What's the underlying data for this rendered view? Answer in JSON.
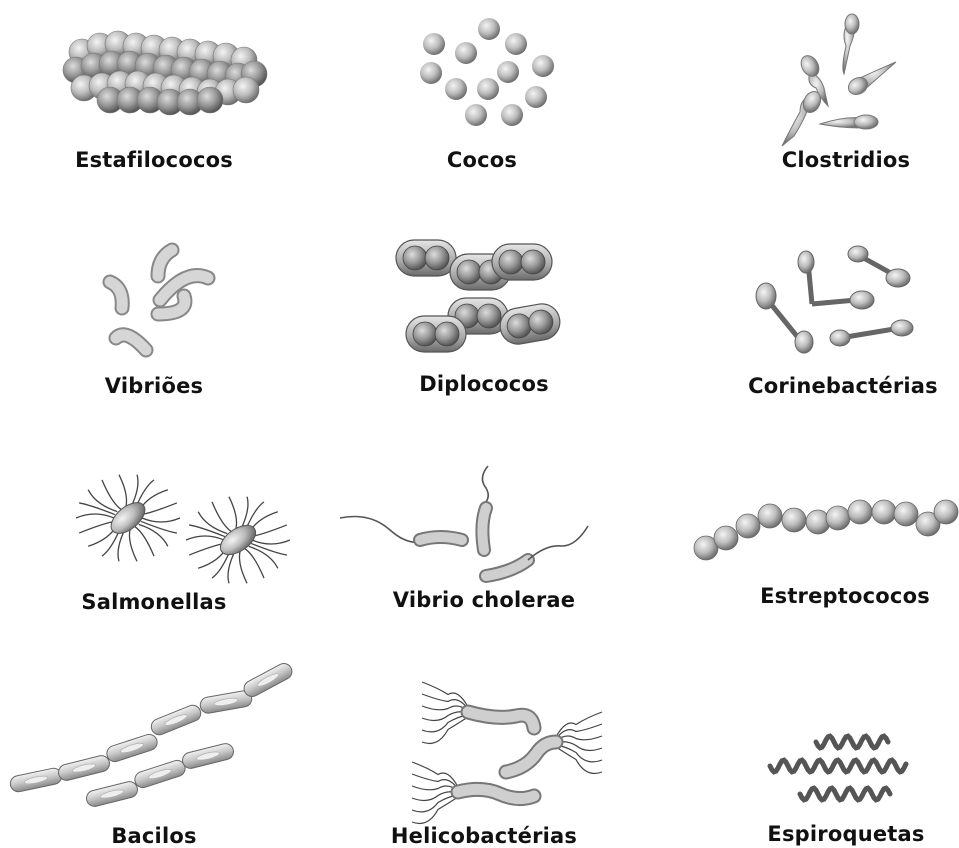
{
  "bacteria": [
    {
      "id": "estafilococos",
      "name": "Estafilococos",
      "icon": "staphylococci-cluster-icon"
    },
    {
      "id": "cocos",
      "name": "Cocos",
      "icon": "cocci-icon"
    },
    {
      "id": "clostridios",
      "name": "Clostridios",
      "icon": "clostridia-icon"
    },
    {
      "id": "vibrioes",
      "name": "Vibriões",
      "icon": "vibrio-curved-rods-icon"
    },
    {
      "id": "diplococos",
      "name": "Diplococos",
      "icon": "diplococci-icon"
    },
    {
      "id": "corinebacterias",
      "name": "Corinebactérias",
      "icon": "corynebacteria-icon"
    },
    {
      "id": "salmonellas",
      "name": "Salmonellas",
      "icon": "salmonella-flagellated-icon"
    },
    {
      "id": "vibrio-cholerae",
      "name": "Vibrio cholerae",
      "icon": "vibrio-cholerae-icon"
    },
    {
      "id": "estreptococos",
      "name": "Estreptococos",
      "icon": "streptococci-chain-icon"
    },
    {
      "id": "bacilos",
      "name": "Bacilos",
      "icon": "bacilli-icon"
    },
    {
      "id": "helicobacterias",
      "name": "Helicobactérias",
      "icon": "helicobacter-icon"
    },
    {
      "id": "espiroquetas",
      "name": "Espiroquetas",
      "icon": "spirochete-icon"
    }
  ]
}
